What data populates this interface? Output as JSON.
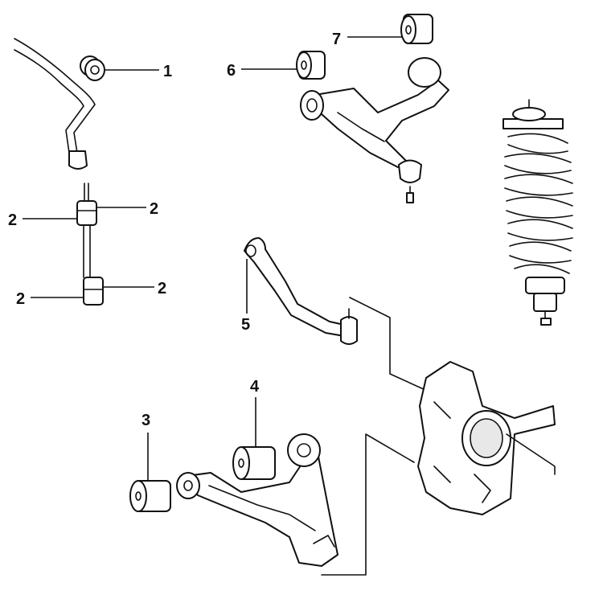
{
  "callouts": {
    "bushing_stabilizer": "1",
    "link_upper_left": "2",
    "link_upper_right": "2",
    "link_lower_left": "2",
    "link_lower_right": "2",
    "lower_arm_front_bushing": "3",
    "lower_arm_rear_bushing": "4",
    "lateral_arm": "5",
    "upper_arm_front_bushing": "6",
    "upper_arm_rear_bushing": "7"
  }
}
